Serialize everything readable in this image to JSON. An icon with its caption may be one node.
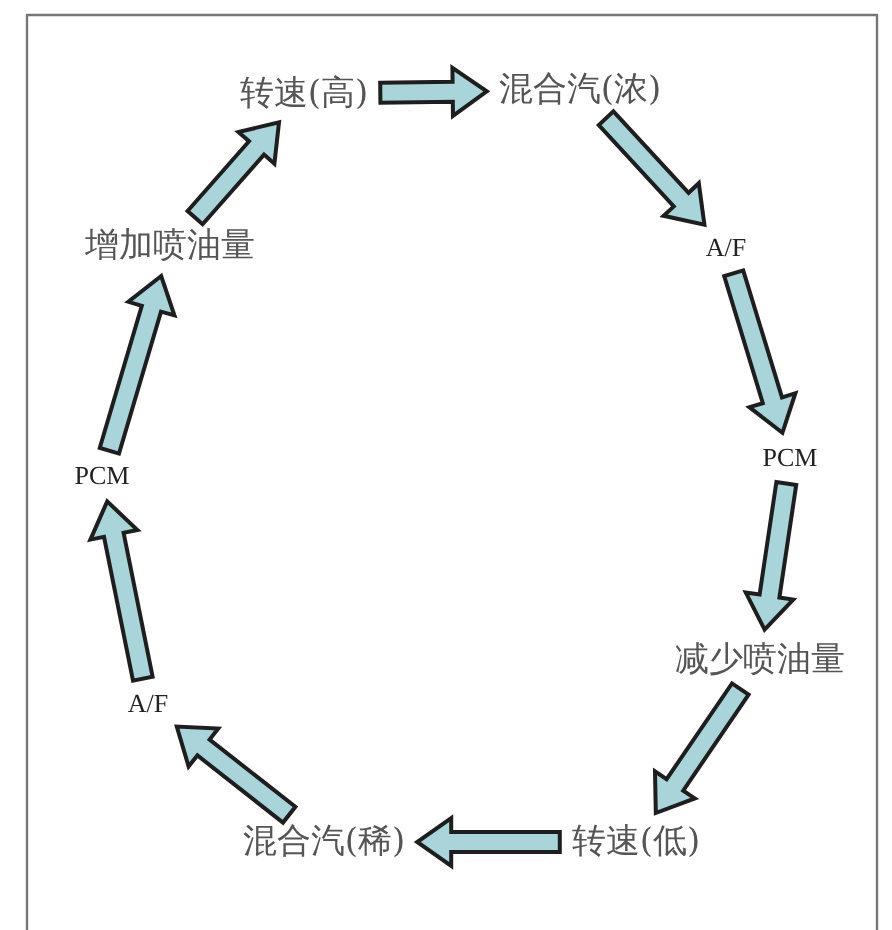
{
  "diagram": {
    "nodes": [
      {
        "text": [
          "转速(高)"
        ]
      },
      {
        "text": [
          "混合汽(浓)"
        ]
      },
      {
        "text": [
          "A/F"
        ]
      },
      {
        "text": [
          "PCM"
        ]
      },
      {
        "text": [
          "减少喷油量"
        ]
      },
      {
        "text": [
          "转速(低)"
        ]
      },
      {
        "text": [
          "混合汽(稀)"
        ]
      },
      {
        "text": [
          "A/F"
        ]
      },
      {
        "text": [
          "PCM"
        ]
      },
      {
        "text": [
          "增加喷油量"
        ]
      }
    ],
    "edges": [
      {
        "from": 0,
        "to": 1,
        "arrow": "to"
      },
      {
        "from": 1,
        "to": 2,
        "arrow": "to"
      },
      {
        "from": 2,
        "to": 3,
        "arrow": "to"
      },
      {
        "from": 3,
        "to": 4,
        "arrow": "to"
      },
      {
        "from": 4,
        "to": 5,
        "arrow": "to"
      },
      {
        "from": 5,
        "to": 6,
        "arrow": "to"
      },
      {
        "from": 6,
        "to": 7,
        "arrow": "to"
      },
      {
        "from": 7,
        "to": 8,
        "arrow": "to"
      },
      {
        "from": 8,
        "to": 9,
        "arrow": "to"
      },
      {
        "from": 9,
        "to": 0,
        "arrow": "to"
      }
    ]
  }
}
